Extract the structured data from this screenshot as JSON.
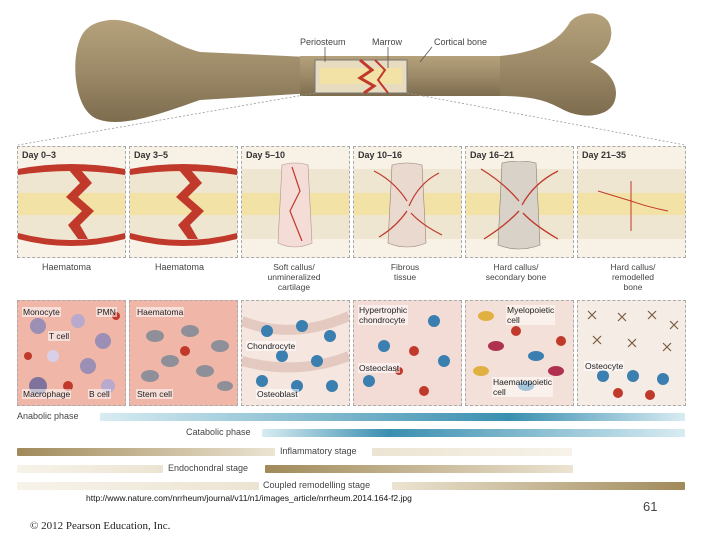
{
  "bone": {
    "labels": [
      "Periosteum",
      "Marrow",
      "Cortical bone"
    ]
  },
  "days": [
    "Day 0–3",
    "Day 3–5",
    "Day 5–10",
    "Day 10–16",
    "Day 16–21",
    "Day 21–35"
  ],
  "stages": [
    {
      "title": "Haematoma"
    },
    {
      "title": "Haematoma"
    },
    {
      "title": "Soft callus/\nunmineralized\ncartilage"
    },
    {
      "title": "Fibrous\ntissue"
    },
    {
      "title": "Hard callus/\nsecondary bone"
    },
    {
      "title": "Hard callus/\nremodelled\nbone"
    }
  ],
  "cell_labels": {
    "p1": [
      "Monocyte",
      "PMN",
      "T cell",
      "Macrophage",
      "B cell"
    ],
    "p2": [
      "Haematoma",
      "Stem cell"
    ],
    "p3": [
      "Chondrocyte",
      "Osteoblast"
    ],
    "p4": [
      "Hypertrophic\nchondrocyte",
      "Osteoclast"
    ],
    "p5": [
      "Myelopoietic\ncell",
      "Haematopoietic\ncell"
    ],
    "p6": [
      "Osteocyte"
    ]
  },
  "phases": [
    {
      "label": "Anabolic phase",
      "color": "#3a8fb0"
    },
    {
      "label": "Catabolic phase",
      "color": "#3a8fb0"
    },
    {
      "label": "Inflammatory stage",
      "color": "#a08a5a"
    },
    {
      "label": "Endochondral stage",
      "color": "#a08a5a"
    },
    {
      "label": "Coupled remodelling stage",
      "color": "#a08a5a"
    }
  ],
  "footer": {
    "url": "http://www.nature.com/nrrheum/journal/v11/n1/images_article/nrrheum.2014.164-f2.jpg",
    "page_number": "61",
    "copyright": "© 2012 Pearson Education, Inc."
  },
  "colors": {
    "bone": "#9c8a68",
    "blood": "#c0392b",
    "marrow": "#f2e2a6",
    "tissue_pink": "#f2c9bf"
  }
}
